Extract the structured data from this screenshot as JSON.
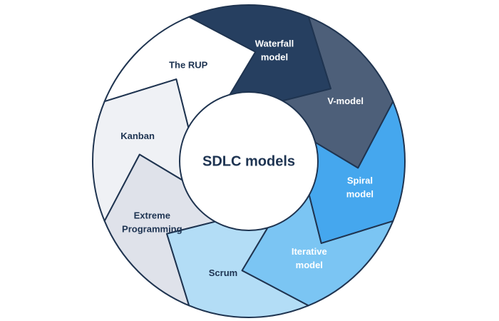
{
  "diagram": {
    "center": {
      "label": "SDLC models",
      "text_color": "#1e3452"
    },
    "segments": [
      {
        "id": "waterfall",
        "lines": [
          "Waterfall",
          "model"
        ],
        "fill": "#263f60",
        "text_color": "#ffffff"
      },
      {
        "id": "v-model",
        "lines": [
          "V-model"
        ],
        "fill": "#4d5f79",
        "text_color": "#ffffff"
      },
      {
        "id": "spiral",
        "lines": [
          "Spiral",
          "model"
        ],
        "fill": "#45a7ee",
        "text_color": "#ffffff"
      },
      {
        "id": "iterative",
        "lines": [
          "Iterative",
          "model"
        ],
        "fill": "#7bc5f3",
        "text_color": "#ffffff"
      },
      {
        "id": "scrum",
        "lines": [
          "Scrum"
        ],
        "fill": "#b3ddf6",
        "text_color": "#1e3452"
      },
      {
        "id": "extreme-programming",
        "lines": [
          "Extreme",
          "Programming"
        ],
        "fill": "#dfe2ea",
        "text_color": "#1e3452"
      },
      {
        "id": "kanban",
        "lines": [
          "Kanban"
        ],
        "fill": "#eff1f5",
        "text_color": "#1e3452"
      },
      {
        "id": "the-rup",
        "lines": [
          "The RUP"
        ],
        "fill": "#ffffff",
        "text_color": "#1e3452"
      }
    ]
  }
}
